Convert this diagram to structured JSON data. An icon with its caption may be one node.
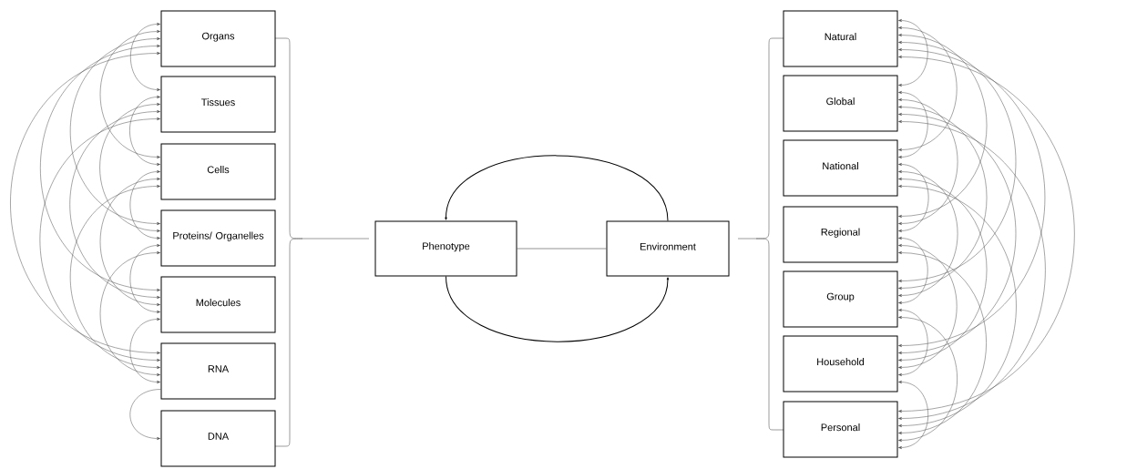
{
  "diagram": {
    "nodes": [
      {
        "text": [
          "Organs"
        ]
      },
      {
        "text": [
          "Tissues"
        ]
      },
      {
        "text": [
          "Cells"
        ]
      },
      {
        "text": [
          "Proteins/ Organelles"
        ]
      },
      {
        "text": [
          "Molecules"
        ]
      },
      {
        "text": [
          "RNA"
        ]
      },
      {
        "text": [
          "DNA"
        ]
      },
      {
        "text": [
          "Phenotype"
        ]
      },
      {
        "text": [
          "Environment"
        ]
      },
      {
        "text": [
          "Natural"
        ]
      },
      {
        "text": [
          "Global"
        ]
      },
      {
        "text": [
          "National"
        ]
      },
      {
        "text": [
          "Regional"
        ]
      },
      {
        "text": [
          "Group"
        ]
      },
      {
        "text": [
          "Household"
        ]
      },
      {
        "text": [
          "Personal"
        ]
      }
    ],
    "edges": [
      {
        "from": 0,
        "to": 1,
        "arrow": "both"
      },
      {
        "from": 0,
        "to": 2,
        "arrow": "both"
      },
      {
        "from": 0,
        "to": 3,
        "arrow": "both"
      },
      {
        "from": 0,
        "to": 4,
        "arrow": "both"
      },
      {
        "from": 0,
        "to": 5,
        "arrow": "both"
      },
      {
        "from": 1,
        "to": 2,
        "arrow": "both"
      },
      {
        "from": 1,
        "to": 3,
        "arrow": "both"
      },
      {
        "from": 1,
        "to": 4,
        "arrow": "both"
      },
      {
        "from": 1,
        "to": 5,
        "arrow": "both"
      },
      {
        "from": 2,
        "to": 3,
        "arrow": "both"
      },
      {
        "from": 2,
        "to": 4,
        "arrow": "both"
      },
      {
        "from": 2,
        "to": 5,
        "arrow": "both"
      },
      {
        "from": 3,
        "to": 4,
        "arrow": "both"
      },
      {
        "from": 3,
        "to": 5,
        "arrow": "both"
      },
      {
        "from": 4,
        "to": 5,
        "arrow": "both"
      },
      {
        "from": 5,
        "to": 6,
        "arrow": "to"
      },
      {
        "from": 7,
        "to": 8,
        "arrow": "none"
      },
      {
        "from": 8,
        "to": 7,
        "arrow": "to"
      },
      {
        "from": 7,
        "to": 8,
        "arrow": "to"
      },
      {
        "from": 9,
        "to": 10,
        "arrow": "both"
      },
      {
        "from": 9,
        "to": 11,
        "arrow": "both"
      },
      {
        "from": 9,
        "to": 12,
        "arrow": "both"
      },
      {
        "from": 9,
        "to": 13,
        "arrow": "both"
      },
      {
        "from": 9,
        "to": 14,
        "arrow": "both"
      },
      {
        "from": 9,
        "to": 15,
        "arrow": "both"
      },
      {
        "from": 10,
        "to": 11,
        "arrow": "both"
      },
      {
        "from": 10,
        "to": 12,
        "arrow": "both"
      },
      {
        "from": 10,
        "to": 13,
        "arrow": "both"
      },
      {
        "from": 10,
        "to": 14,
        "arrow": "both"
      },
      {
        "from": 10,
        "to": 15,
        "arrow": "both"
      },
      {
        "from": 11,
        "to": 12,
        "arrow": "both"
      },
      {
        "from": 11,
        "to": 13,
        "arrow": "both"
      },
      {
        "from": 11,
        "to": 14,
        "arrow": "both"
      },
      {
        "from": 11,
        "to": 15,
        "arrow": "both"
      },
      {
        "from": 12,
        "to": 13,
        "arrow": "both"
      },
      {
        "from": 12,
        "to": 14,
        "arrow": "both"
      },
      {
        "from": 12,
        "to": 15,
        "arrow": "both"
      },
      {
        "from": 13,
        "to": 14,
        "arrow": "both"
      },
      {
        "from": 13,
        "to": 15,
        "arrow": "both"
      },
      {
        "from": 14,
        "to": 15,
        "arrow": "both"
      }
    ]
  }
}
